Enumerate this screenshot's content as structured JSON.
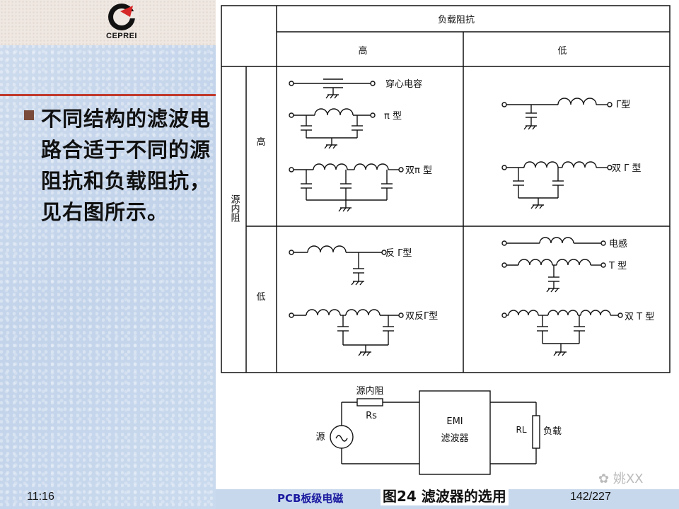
{
  "logo": {
    "text": "CEPREI"
  },
  "slide": {
    "bullet": "不同结构的滤波电路合适于不同的源阻抗和负载阻抗，见右图所示。",
    "time": "11:16",
    "footer_center": "PCB板级电磁",
    "caption": "图24 滤波器的选用",
    "page": "142/227",
    "watermark": "姚XX"
  },
  "table": {
    "header": "负载阻抗",
    "col_high": "高",
    "col_low": "低",
    "row_header": "源内阻",
    "row_high": "高",
    "row_low": "低",
    "labels": {
      "feedthrough": "穿心电容",
      "pi": "π 型",
      "double_pi": "双π 型",
      "gamma": "Γ型",
      "double_gamma": "双 Γ 型",
      "rev_gamma": "反 Γ型",
      "double_rev_gamma": "双反Γ型",
      "inductor": "电感",
      "t": "T 型",
      "double_t": "双 T 型"
    }
  },
  "block": {
    "src_res_label": "源内阻",
    "rs": "Rs",
    "source": "源",
    "emi": "EMI",
    "filter": "滤波器",
    "rl": "RL",
    "load": "负载"
  }
}
